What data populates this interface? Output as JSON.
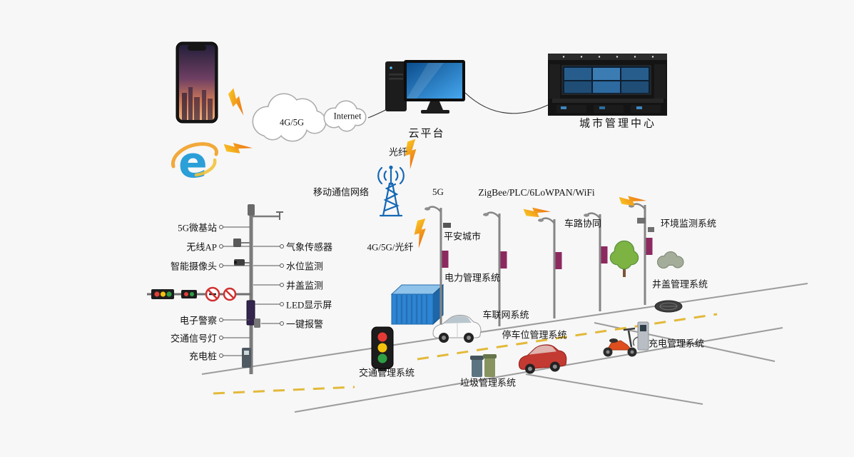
{
  "network": {
    "cloud_4g5g": "4G/5G",
    "cloud_internet": "Internet",
    "cloud_platform": "云平台",
    "city_mgmt_center": "城市管理中心",
    "optical_fiber": "光纤",
    "mobile_comm_network": "移动通信网络",
    "five_g": "5G",
    "protocols": "ZigBee/PLC/6LoWPAN/WiFi",
    "access_4g5g_fiber": "4G/5G/光纤"
  },
  "smart_pole": {
    "left_labels": [
      "5G微基站",
      "无线AP",
      "智能摄像头",
      "电子警察",
      "交通信号灯",
      "充电桩"
    ],
    "right_labels": [
      "气象传感器",
      "水位监测",
      "井盖监测",
      "LED显示屏",
      "一键报警"
    ]
  },
  "street_systems": {
    "safe_city": "平安城市",
    "power_mgmt": "电力管理系统",
    "vehicle_network": "车联网系统",
    "traffic_mgmt": "交通管理系统",
    "parking_mgmt": "停车位管理系统",
    "garbage_mgmt": "垃圾管理系统",
    "vehicle_road_coord": "车路协同",
    "env_monitoring": "环境监测系统",
    "manhole_mgmt": "井盖管理系统",
    "charging_mgmt": "充电管理系统"
  },
  "icons": {
    "ie_glyph": "e",
    "smartphone": "phone showing city photo",
    "ie_browser": "blue e with orange ring",
    "cloud_4g5g": "cloud outline",
    "cloud_internet": "small cloud outline",
    "cloud_platform_computer": "desktop tower and monitor",
    "city_management_center": "dark control-room wall of screens",
    "antenna_tower": "blue radio mast with waves",
    "lightning_bolt": "yellow-orange zigzag bolt",
    "smart_pole": "multifunction pole with signals and sensors",
    "street_lamp_pole": "lamp pole with purple banner",
    "traffic_light": "red-yellow-green signal box",
    "white_car": "white sedan",
    "red_car": "red sedan",
    "trash_bins": "two waste bins",
    "manhole": "dark oval manhole cover",
    "scooter": "orange electric scooter",
    "charging_pile": "gray charging kiosk",
    "power_container": "blue utility container",
    "tree": "green tree",
    "bush": "gray-green shrub"
  },
  "colors": {
    "background": "#f7f7f7",
    "bolt_yellow": "#f9cf25",
    "bolt_orange": "#ec6a12",
    "tower_blue": "#1668b5",
    "container_blue": "#2e86d3",
    "road_dash_yellow": "#e3b93a",
    "banner_purple": "#8c2a60"
  }
}
